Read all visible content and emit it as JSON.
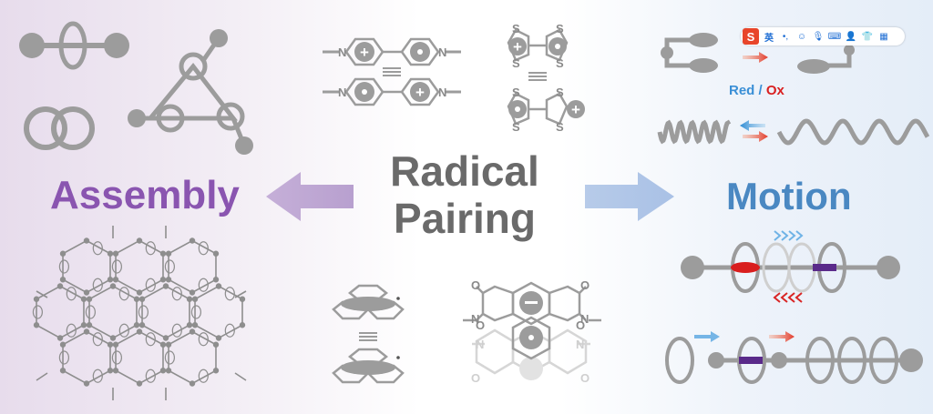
{
  "center": {
    "line1": "Radical",
    "line2": "Pairing"
  },
  "assembly": {
    "label": "Assembly"
  },
  "motion": {
    "label": "Motion"
  },
  "redox": {
    "red": "Red",
    "sep": " / ",
    "ox": "Ox"
  },
  "atoms": {
    "n": "N",
    "s": "S",
    "o": "O"
  },
  "ime_toolbar": {
    "logo": "S",
    "lang": "英",
    "icons": [
      "punctuation-icon",
      "emoji-icon",
      "microphone-icon",
      "keyboard-icon",
      "user-icon",
      "skin-icon",
      "grid-icon"
    ]
  },
  "colors": {
    "assembly": "#8a55b0",
    "motion": "#4a88c2",
    "title": "#6a6a6a",
    "red": "#d92020",
    "ox_text": "#d92020",
    "red_text": "#3a8fd6",
    "purple_bar": "#5a2a8a",
    "gray": "#9c9c9c"
  }
}
